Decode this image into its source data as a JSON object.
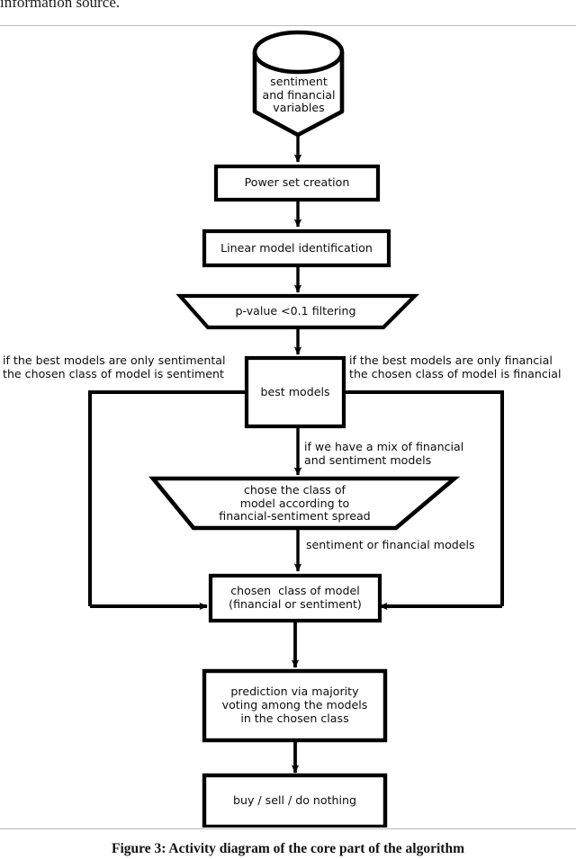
{
  "page": {
    "running_text": "information source.",
    "caption": "Figure 3: Activity diagram of the core part of the algorithm"
  },
  "colors": {
    "stroke": "#000000",
    "fill": "#ffffff",
    "text": "#0d0d0d",
    "rule": "#b9b9b9"
  },
  "diagram": {
    "type": "activity-diagram",
    "nodes": [
      {
        "id": "data-store",
        "shape": "cylinder",
        "label": "sentiment\nand financial\nvariables"
      },
      {
        "id": "power-set",
        "shape": "rectangle",
        "label": "Power set creation"
      },
      {
        "id": "linear-model",
        "shape": "rectangle",
        "label": "Linear model identification"
      },
      {
        "id": "p-value-filter",
        "shape": "trapezoid",
        "label": "p-value <0.1 filtering"
      },
      {
        "id": "best-models",
        "shape": "rectangle",
        "label": "best models"
      },
      {
        "id": "chose-class",
        "shape": "trapezoid",
        "label": "chose the class of\nmodel according to\nfinancial-sentiment spread"
      },
      {
        "id": "chosen-class",
        "shape": "rectangle",
        "label": "chosen  class of model\n(financial or sentiment)"
      },
      {
        "id": "prediction",
        "shape": "rectangle",
        "label": "prediction via majority\nvoting among the models\nin the chosen class"
      },
      {
        "id": "decision-output",
        "shape": "rectangle",
        "label": "buy / sell / do nothing"
      }
    ],
    "edge_labels": [
      {
        "id": "left-branch",
        "text": "if the best models are only sentimental\nthe chosen class of model is sentiment"
      },
      {
        "id": "right-branch",
        "text": "if the best models are only financial\nthe chosen class of model is financial"
      },
      {
        "id": "mix-branch",
        "text": "if we have a mix of financial\nand sentiment models"
      },
      {
        "id": "spread-output",
        "text": "sentiment or financial models"
      }
    ]
  }
}
